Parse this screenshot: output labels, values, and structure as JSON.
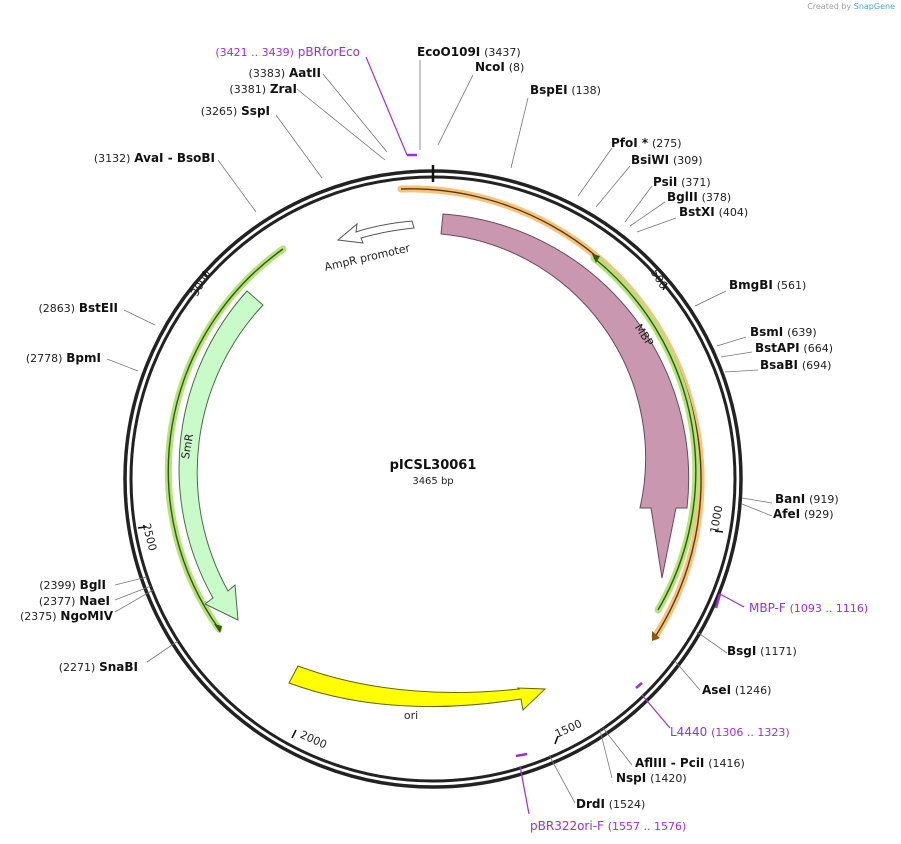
{
  "credit": {
    "prefix": "Created by",
    "brand": "SnapGene"
  },
  "plasmid": {
    "name": "pICSL30061",
    "length_label": "3465 bp",
    "length": 3465
  },
  "ticks": [
    "500",
    "1000",
    "1500",
    "2000",
    "2500",
    "3000"
  ],
  "sites": [
    {
      "name": "EcoO109I",
      "pos": "(3437)"
    },
    {
      "name": "NcoI",
      "pos": "(8)"
    },
    {
      "name": "BspEI",
      "pos": "(138)"
    },
    {
      "name": "PfoI *",
      "pos": "(275)"
    },
    {
      "name": "BsiWI",
      "pos": "(309)"
    },
    {
      "name": "PsiI",
      "pos": "(371)"
    },
    {
      "name": "BglII",
      "pos": "(378)"
    },
    {
      "name": "BstXI",
      "pos": "(404)"
    },
    {
      "name": "BmgBI",
      "pos": "(561)"
    },
    {
      "name": "BsmI",
      "pos": "(639)"
    },
    {
      "name": "BstAPI",
      "pos": "(664)"
    },
    {
      "name": "BsaBI",
      "pos": "(694)"
    },
    {
      "name": "BanI",
      "pos": "(919)"
    },
    {
      "name": "AfeI",
      "pos": "(929)"
    },
    {
      "name": "BsgI",
      "pos": "(1171)"
    },
    {
      "name": "AseI",
      "pos": "(1246)"
    },
    {
      "name": "AflIII",
      "name2": "PciI",
      "pos": "(1416)"
    },
    {
      "name": "NspI",
      "pos": "(1420)"
    },
    {
      "name": "DrdI",
      "pos": "(1524)"
    },
    {
      "name": "SnaBI",
      "pos": "(2271)"
    },
    {
      "name": "NgoMIV",
      "pos": "(2375)"
    },
    {
      "name": "NaeI",
      "pos": "(2377)"
    },
    {
      "name": "BglI",
      "pos": "(2399)"
    },
    {
      "name": "BpmI",
      "pos": "(2778)"
    },
    {
      "name": "BstEII",
      "pos": "(2863)"
    },
    {
      "name": "AvaI",
      "name2": "BsoBI",
      "pos": "(3132)"
    },
    {
      "name": "SspI",
      "pos": "(3265)"
    },
    {
      "name": "ZraI",
      "pos": "(3381)"
    },
    {
      "name": "AatII",
      "pos": "(3383)"
    }
  ],
  "primers": [
    {
      "name": "pBRforEco",
      "range": "(3421 .. 3439)"
    },
    {
      "name": "MBP-F",
      "range": "(1093 .. 1116)"
    },
    {
      "name": "L4440",
      "range": "(1306 .. 1323)"
    },
    {
      "name": "pBR322ori-F",
      "range": "(1557 .. 1576)"
    }
  ],
  "features": [
    {
      "name": "MBP",
      "color": "#c997b0"
    },
    {
      "name": "SmR",
      "color": "#c8fbc8"
    },
    {
      "name": "ori",
      "color": "#ffff00"
    },
    {
      "name": "AmpR promoter",
      "color": "#ffffff"
    }
  ],
  "colors": {
    "primer": "#9b30d9",
    "orange_feature": "#f6c27c",
    "green_feature": "#b5e27a"
  }
}
